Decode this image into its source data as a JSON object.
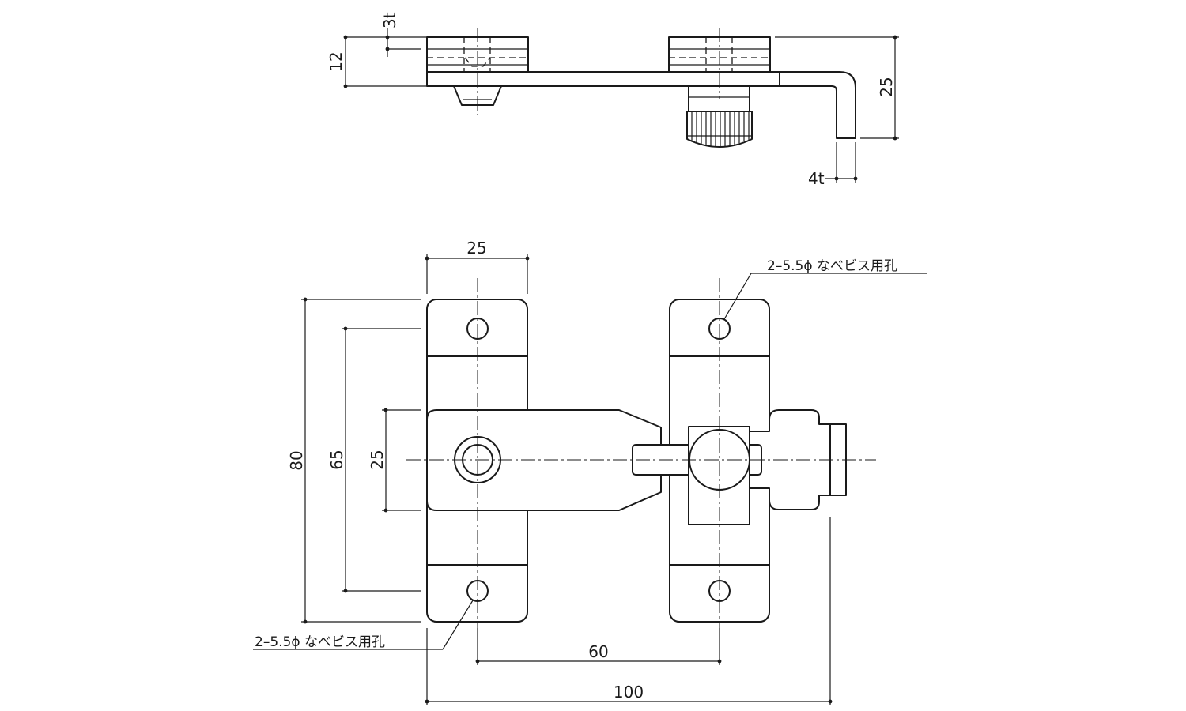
{
  "dimensions": {
    "top_sheet_thickness": "3t",
    "top_height": "12",
    "top_overall_height": "25",
    "top_bar_thickness": "4t",
    "front_plate_width": "25",
    "front_overall_height": "80",
    "front_hole_pitch_vertical": "65",
    "front_bar_height": "25",
    "front_hole_pitch_horizontal": "60",
    "front_overall_width": "100"
  },
  "notes": {
    "holes_upper_right": "2–5.5ϕ なべビス用孔",
    "holes_lower_left": "2–5.5ϕ なべビス用孔"
  }
}
